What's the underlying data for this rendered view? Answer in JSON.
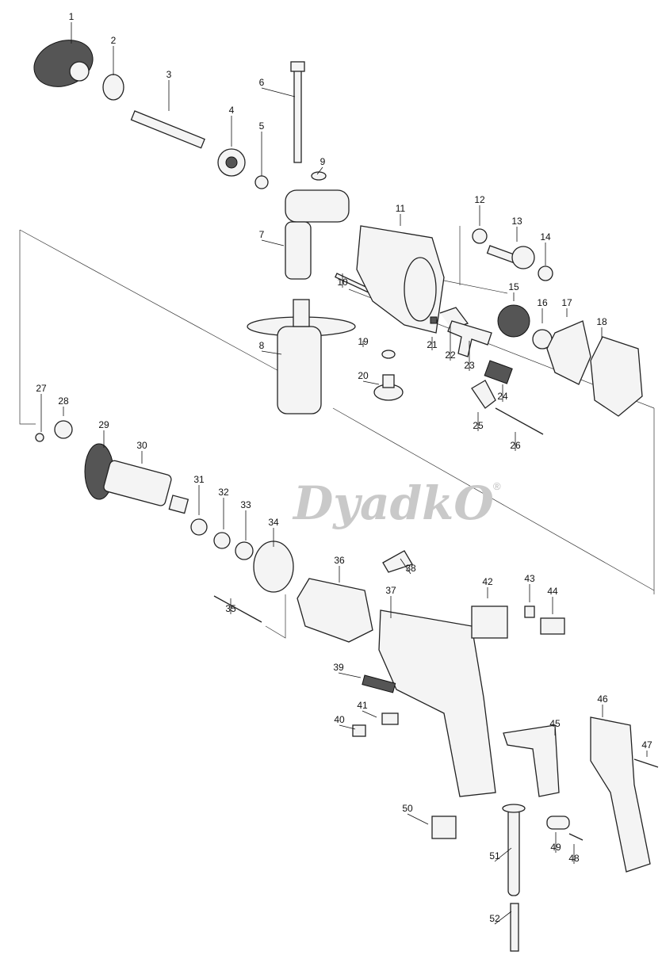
{
  "diagram": {
    "type": "exploded-parts-diagram",
    "part_numbers": [
      "1",
      "2",
      "3",
      "4",
      "5",
      "6",
      "7",
      "8",
      "9",
      "10",
      "11",
      "12",
      "13",
      "14",
      "15",
      "16",
      "17",
      "18",
      "19",
      "20",
      "21",
      "22",
      "23",
      "24",
      "25",
      "26",
      "27",
      "28",
      "29",
      "30",
      "31",
      "32",
      "33",
      "34",
      "35",
      "36",
      "37",
      "38",
      "39",
      "40",
      "41",
      "42",
      "43",
      "44",
      "45",
      "46",
      "47",
      "48",
      "49",
      "50",
      "51",
      "52"
    ]
  },
  "watermark": {
    "text": "DyadkO",
    "mark": "®"
  },
  "colors": {
    "line": "#222222",
    "watermark": "#c9c9c9"
  }
}
